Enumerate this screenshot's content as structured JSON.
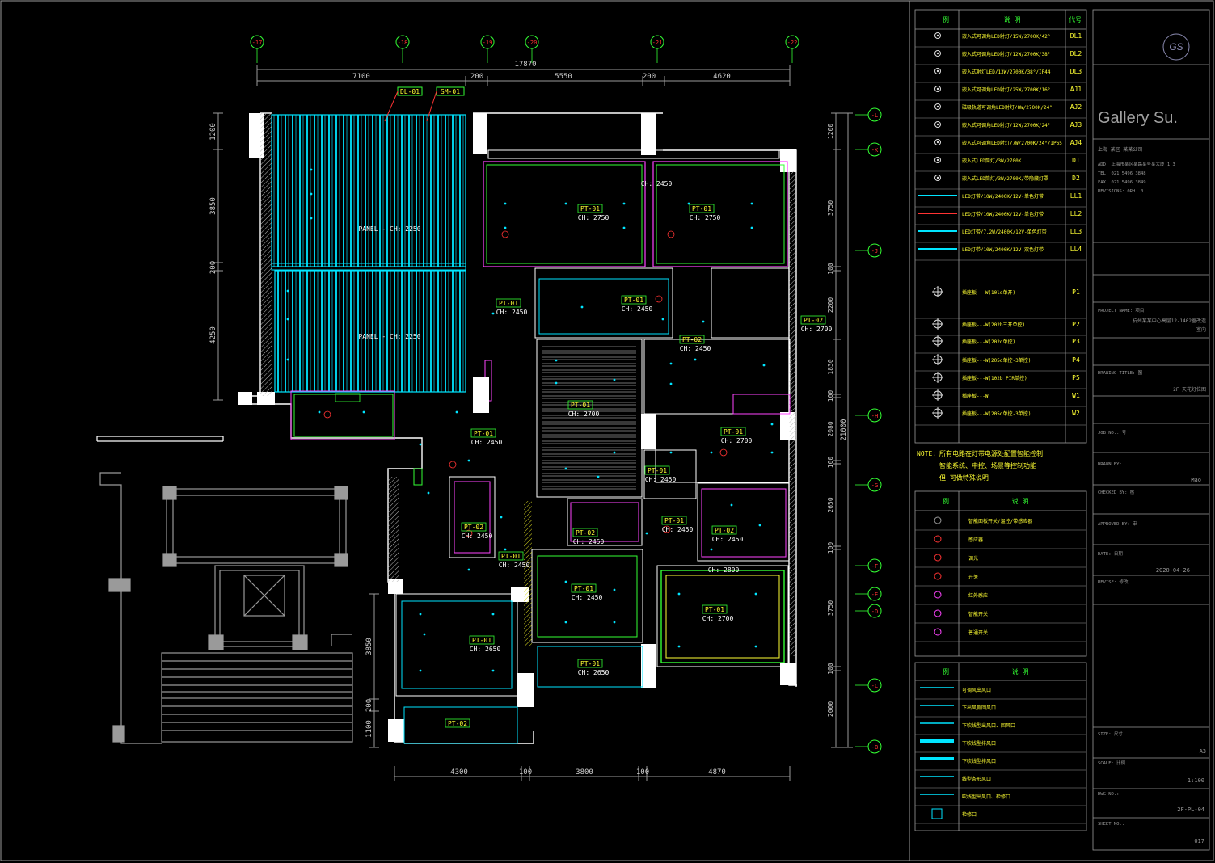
{
  "colors": {
    "background": "#000000",
    "wall": "#ffffff",
    "cyan": "#00e5ff",
    "green": "#33ff33",
    "yellow": "#ffff33",
    "magenta": "#ff44ff",
    "red": "#ff3333",
    "grey": "#9a9a9a",
    "dim": "#7f7f7f"
  },
  "grid_columns": [
    "-17",
    "-18",
    "-19",
    "-20",
    "-21",
    "-22"
  ],
  "grid_rows": [
    "-L",
    "-K",
    "-J",
    "-H",
    "-G",
    "-F",
    "-E",
    "-D",
    "-C",
    "-B"
  ],
  "dimensions_top": {
    "overall": "17870",
    "segments": [
      "7100",
      "200",
      "5550",
      "200",
      "4620"
    ]
  },
  "dimensions_bottom": [
    "4300",
    "100",
    "3800",
    "100",
    "4870"
  ],
  "dimensions_right": {
    "overall": "21000",
    "segments": [
      "1200",
      "3750",
      "100",
      "2200",
      "1830",
      "100",
      "2080",
      "100",
      "2650",
      "100",
      "3750",
      "100",
      "2000"
    ]
  },
  "dimensions_left": [
    "1200",
    "3850",
    "200",
    "4250"
  ],
  "dimensions_left_lower": [
    "3850",
    "200",
    "1100"
  ],
  "callouts": {
    "dl01": "DL-01",
    "sm01": "SM-01"
  },
  "room_labels": [
    {
      "tag": "PT-01",
      "ch": "CH: 2750"
    },
    {
      "tag": "PT-01",
      "ch": "CH: 2750"
    },
    {
      "tag": "PT-01",
      "ch": "CH: 2450"
    },
    {
      "tag": "PT-01",
      "ch": "CH: 2450"
    },
    {
      "tag": "PT-02",
      "ch": "CH: 2450"
    },
    {
      "tag": "PT-02",
      "ch": "CH: 2700"
    },
    {
      "tag": "PT-01",
      "ch": "CH: 2700"
    },
    {
      "tag": "PT-01",
      "ch": "CH: 2450"
    },
    {
      "tag": "PT-01",
      "ch": "CH: 2700"
    },
    {
      "tag": "PT-01",
      "ch": "CH: 2450"
    },
    {
      "tag": "PT-01",
      "ch": "CH: 2450"
    },
    {
      "tag": "PT-02",
      "ch": "CH: 2450"
    },
    {
      "tag": "PT-02",
      "ch": "CH: 2450"
    },
    {
      "tag": "PT-01",
      "ch": "CH: 2450"
    },
    {
      "tag": "PT-02",
      "ch": "CH: 2450"
    },
    {
      "tag": "PT-01",
      "ch": "CH: 2450"
    },
    {
      "tag": "PT-01",
      "ch": "CH: 2700"
    },
    {
      "tag": "PT-01",
      "ch": "CH: 2650"
    },
    {
      "tag": "PT-01",
      "ch": "CH: 2650"
    },
    {
      "tag": "PT-02",
      "ch": ""
    },
    {
      "tag": "PT-02",
      "ch": ""
    }
  ],
  "other_labels": {
    "ch2800": "CH: 2800",
    "ch2450_top": "CH: 2450",
    "panel1": "PANEL - CH: 2250",
    "panel2": "PANEL - CH: 2250"
  },
  "legend1": {
    "header": [
      "例",
      "说    明",
      "代号"
    ],
    "rows": [
      {
        "desc": "嵌入式可调角LED射灯/15W/2700K/42°",
        "code": "DL1"
      },
      {
        "desc": "嵌入式可调角LED射灯/12W/2700K/38°",
        "code": "DL2"
      },
      {
        "desc": "嵌入式射灯LED/13W/2700K/38°/IP44",
        "code": "DL3"
      },
      {
        "desc": "嵌入式可调角LED射灯/25W/2700K/16°",
        "code": "AJ1"
      },
      {
        "desc": "磁吸轨道可调角LED射灯/8W/2700K/24°",
        "code": "AJ2"
      },
      {
        "desc": "嵌入式可调角LED射灯/12W/2700K/24°",
        "code": "AJ3"
      },
      {
        "desc": "嵌入式可调角LED射灯/7W/2700K/24°/IP65",
        "code": "AJ4"
      },
      {
        "desc": "嵌入式LED筒灯/3W/2700K",
        "code": "D1"
      },
      {
        "desc": "嵌入式LED筒灯/3W/2700K/带隐藏灯罩",
        "code": "D2"
      },
      {
        "desc": "LED灯带/10W/2400K/12V-单色灯带",
        "code": "LL1"
      },
      {
        "desc": "LED灯带/10W/2400K/12V-单色灯带",
        "code": "LL2"
      },
      {
        "desc": "LED灯带/7.2W/2400K/12V-单色灯带",
        "code": "LL3"
      },
      {
        "desc": "LED灯带/10W/2400K/12V-双色灯带",
        "code": "LL4"
      },
      {
        "desc": "插座板---W(10ld单开)",
        "code": "P1"
      },
      {
        "desc": "插座板---W(202b三开单控)",
        "code": "P2"
      },
      {
        "desc": "插座板---W(202d单控)",
        "code": "P3"
      },
      {
        "desc": "插座板---W(205d单控-3单控)",
        "code": "P4"
      },
      {
        "desc": "插座板---W(102b PIR单控)",
        "code": "P5"
      },
      {
        "desc": "插座板---W",
        "code": "W1"
      },
      {
        "desc": "插座板---W(205d单控-3单控)",
        "code": "W2"
      }
    ]
  },
  "note": {
    "label": "NOTE:",
    "lines": [
      "所有电路在灯带电源处配置智能控制",
      "智能系统、中控、场景等控制功能",
      "但    可做特殊说明"
    ]
  },
  "legend2": {
    "header": [
      "例",
      "说    明"
    ],
    "rows": [
      "智能面板开关/温控/带感应器",
      "感应器",
      "调光",
      "开关",
      "红外感应",
      "智能开关",
      "普通开关"
    ]
  },
  "legend3": {
    "header": [
      "例",
      "说    明"
    ],
    "rows": [
      "可调风出风口",
      "下出风侧回风口",
      "下吹线型出风口、回风口",
      "下吹线型排风口",
      "下吹线型排风口",
      "线型条形风口",
      "吹线型出风口、检修口",
      "检修口"
    ]
  },
  "title_block": {
    "firm": "Gallery Su.",
    "firm_address": "上海  某区   某某公司",
    "add_line": "ADD: 上海市某区某路某号某大厦 1  3",
    "tel": "TEL:  021 5496 3848",
    "fax": "FAX:  021 5496 3849",
    "revisions": "REVISIONS: 0Rd. 0",
    "project_label": "PROJECT NAME: 项目",
    "project_value_1": "杭州某某中心高层12-1402室改造",
    "project_value_2": "室内",
    "drawing_title_label": "DRAWING TITLE: 图",
    "drawing_title_value": "2F 天花灯位图",
    "job_label": "JOB NO.: 号",
    "drawn_label": "DRAWN BY:",
    "drawn_value": "Mao",
    "checked_label": "CHECKED BY: 核",
    "approved_label": "APPROVED BY: 审",
    "date_label": "DATE: 日期",
    "date_value": "2020-04-26",
    "revise_label": "REVISE: 修改",
    "size_label": "SIZE: 尺寸",
    "size_value": "A3",
    "scale_label": "SCALE: 比例",
    "scale_value": "1:100",
    "dwg_label": "DWG NO.:",
    "dwg_value": "2F-PL-04",
    "sheet_label": "SHEET NO.:",
    "sheet_value": "017"
  }
}
